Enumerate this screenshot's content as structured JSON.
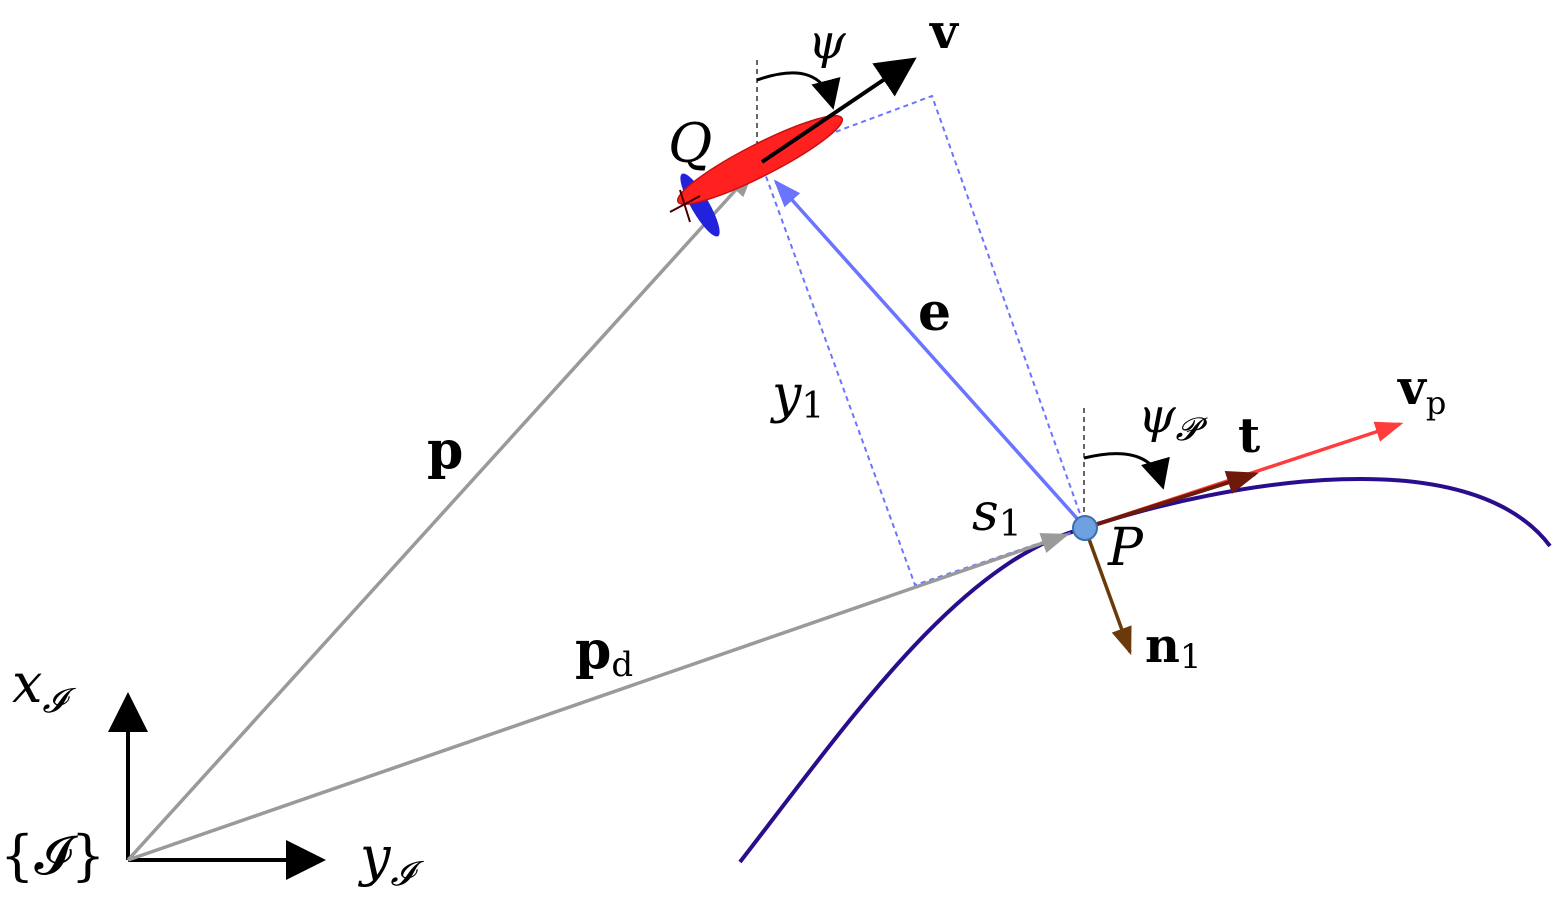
{
  "labels": {
    "x_axis_main": "x",
    "x_axis_sub": "𝓘",
    "y_axis_main": "y",
    "y_axis_sub": "𝓘",
    "frame": "{𝓘}",
    "p": "p",
    "pd_main": "p",
    "pd_sub": "d",
    "q": "Q",
    "psi": "ψ",
    "v": "v",
    "e": "e",
    "y1_main": "y",
    "y1_sub": "1",
    "psi_p_main": "ψ",
    "psi_p_sub": "𝓟",
    "t": "t",
    "vp_main": "v",
    "vp_sub": "p",
    "s1_main": "s",
    "s1_sub": "1",
    "P": "P",
    "n1_main": "n",
    "n1_sub": "1"
  },
  "colors": {
    "gray_vector": "#9a9a9a",
    "error_vector": "#6b74ff",
    "dotted_box": "#6b74ff",
    "path_curve": "#2a0d8c",
    "tangent": "#6e1a0a",
    "velocity_p": "#ff3b3b",
    "normal": "#6b3a0a",
    "vehicle_body": "#ff2020",
    "vehicle_fin": "#2222dd",
    "point_P": "#6fa0e0"
  }
}
